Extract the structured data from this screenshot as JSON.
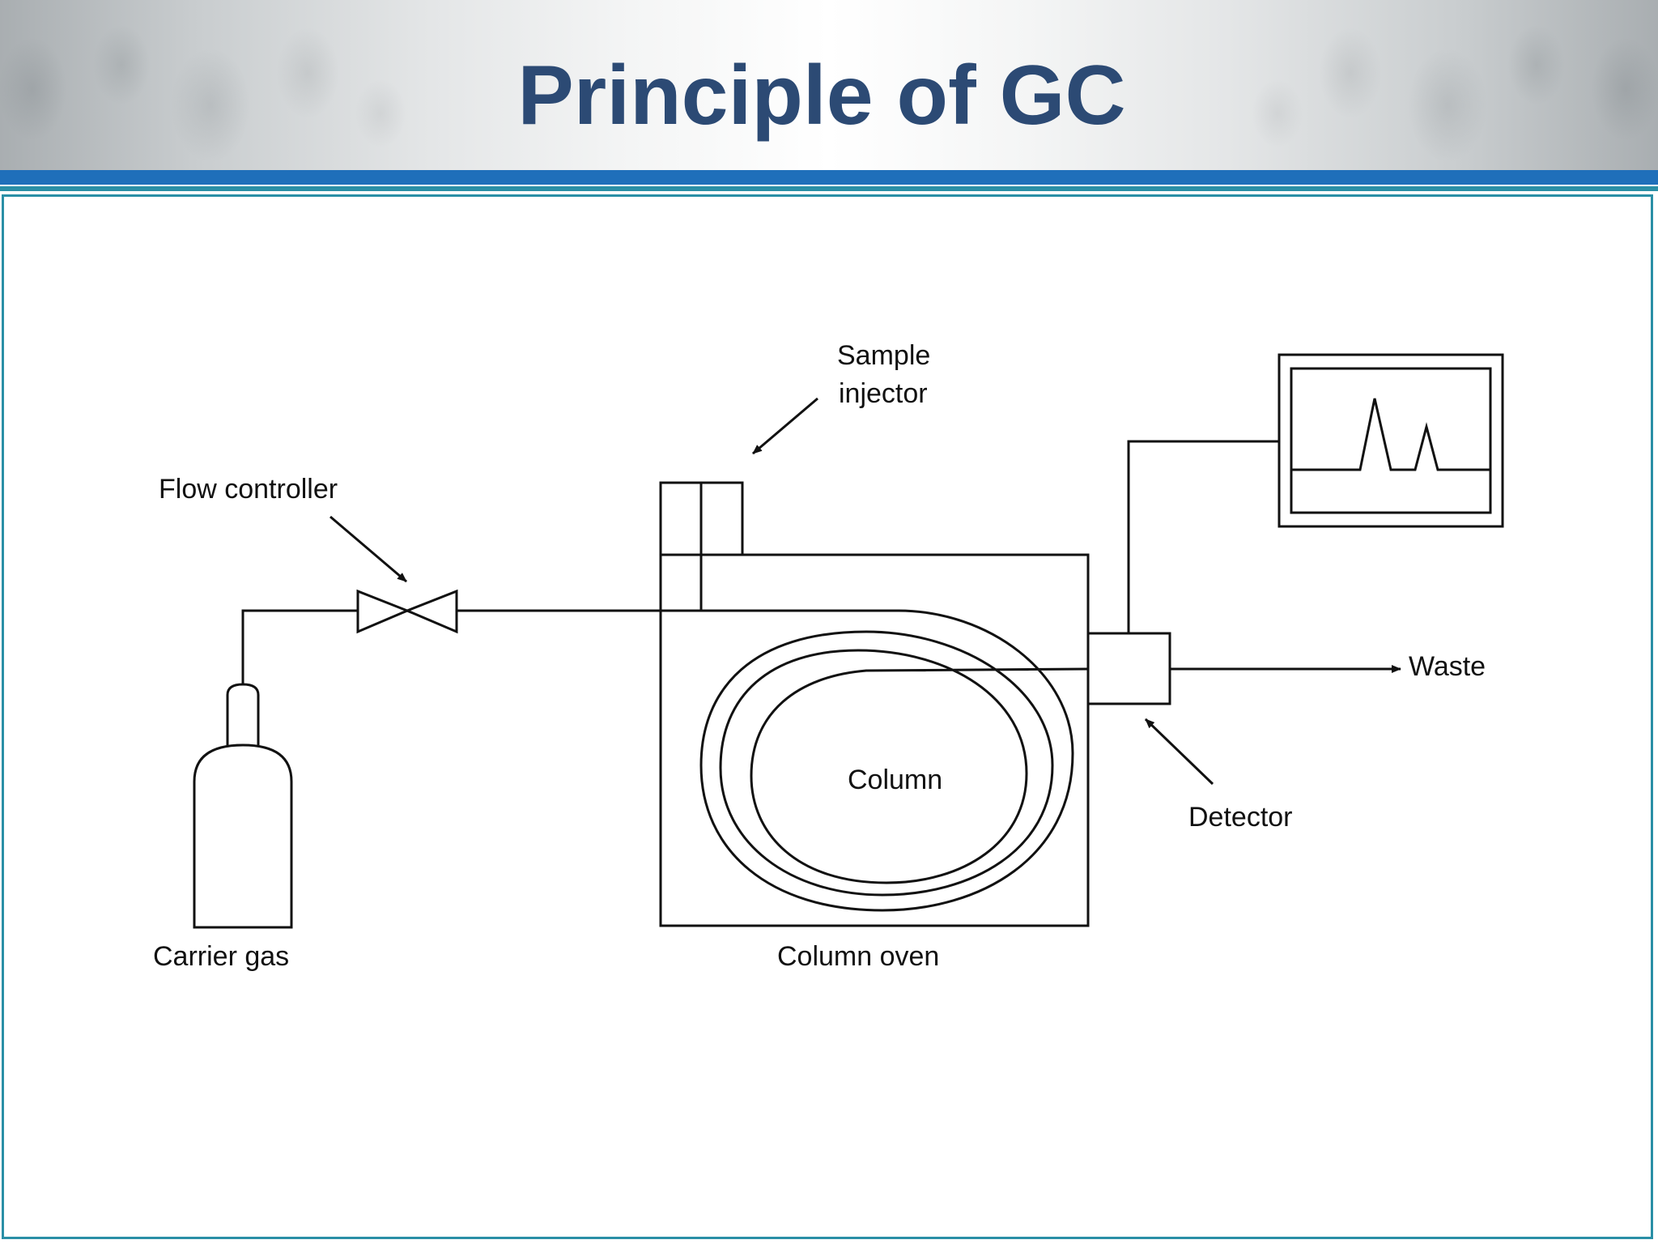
{
  "slide": {
    "title": "Principle of GC"
  },
  "colors": {
    "title": "#2c4a74",
    "rule_primary": "#1f6fba",
    "rule_secondary": "#2a8fa6",
    "line": "#111111"
  },
  "diagram": {
    "labels": {
      "sample_injector_line1": "Sample",
      "sample_injector_line2": "injector",
      "flow_controller": "Flow controller",
      "carrier_gas": "Carrier gas",
      "column": "Column",
      "column_oven": "Column oven",
      "detector": "Detector",
      "waste": "Waste"
    }
  }
}
